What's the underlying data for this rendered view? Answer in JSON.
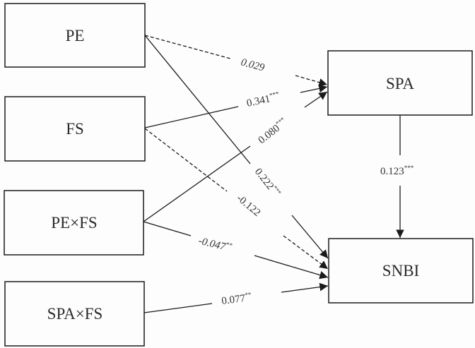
{
  "nodes": [
    {
      "id": "PE",
      "label": "PE"
    },
    {
      "id": "FS",
      "label": "FS"
    },
    {
      "id": "PExFS",
      "label": "PE×FS"
    },
    {
      "id": "SPAxFS",
      "label": "SPA×FS"
    },
    {
      "id": "SPA",
      "label": "SPA"
    },
    {
      "id": "SNBI",
      "label": "SNBI"
    }
  ],
  "paths": [
    {
      "from": "PE",
      "to": "SPA",
      "coef": "0.029",
      "sig": "",
      "style": "dashed"
    },
    {
      "from": "FS",
      "to": "SPA",
      "coef": "0.341",
      "sig": "***",
      "style": "solid"
    },
    {
      "from": "PExFS",
      "to": "SPA",
      "coef": "0.080",
      "sig": "***",
      "style": "solid"
    },
    {
      "from": "PE",
      "to": "SNBI",
      "coef": "0.222",
      "sig": "***",
      "style": "solid"
    },
    {
      "from": "FS",
      "to": "SNBI",
      "coef": "-0.122",
      "sig": "",
      "style": "dashed"
    },
    {
      "from": "PExFS",
      "to": "SNBI",
      "coef": "-0.047",
      "sig": "**",
      "style": "solid"
    },
    {
      "from": "SPAxFS",
      "to": "SNBI",
      "coef": "0.077",
      "sig": "**",
      "style": "solid"
    },
    {
      "from": "SPA",
      "to": "SNBI",
      "coef": "0.123",
      "sig": "***",
      "style": "solid"
    }
  ],
  "colors": {
    "stroke": "#1a1a1a",
    "text": "#2a2a2a"
  }
}
